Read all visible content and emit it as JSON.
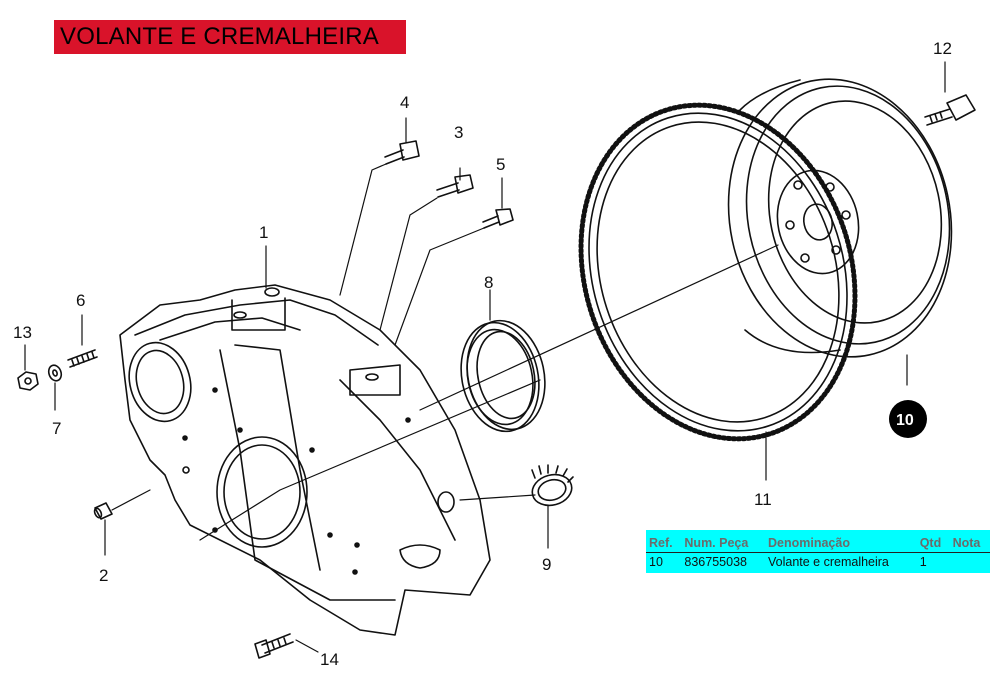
{
  "title": "VOLANTE E CREMALHEIRA",
  "callouts": [
    "1",
    "2",
    "3",
    "4",
    "5",
    "6",
    "7",
    "8",
    "9",
    "10",
    "11",
    "12",
    "13",
    "14"
  ],
  "highlighted_callout": "10",
  "parts_table": {
    "headers": [
      "Ref.",
      "Num. Peça",
      "Denominação",
      "Qtd",
      "Nota"
    ],
    "rows": [
      [
        "10",
        "836755038",
        "Volante e cremalheira",
        "1",
        ""
      ]
    ]
  }
}
